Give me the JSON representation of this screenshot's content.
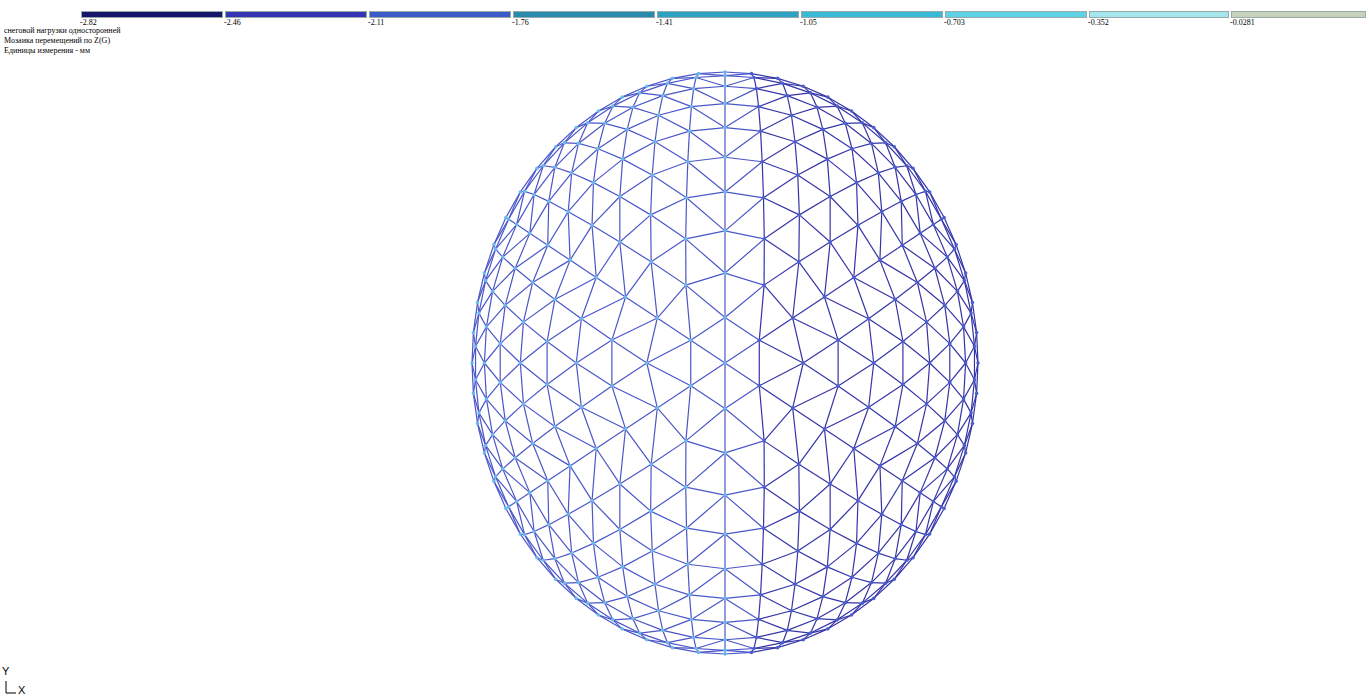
{
  "diagram": {
    "labels": [
      "снеговой нагрузки односторонней",
      "Мозаика перемещений по Z(G)",
      "Единицы измерения - мм",
      "Y",
      "X"
    ],
    "legend": [
      {
        "text": "-2.82",
        "color": "#16166a"
      },
      {
        "text": "-2.46",
        "color": "#3535b4"
      },
      {
        "text": "-2.11",
        "color": "#3b5bc8"
      },
      {
        "text": "-1.76",
        "color": "#2a8aae"
      },
      {
        "text": "-1.41",
        "color": "#2ea2c2"
      },
      {
        "text": "-1.05",
        "color": "#36bad6"
      },
      {
        "text": "-0.703",
        "color": "#5ed2e6"
      },
      {
        "text": "-0.352",
        "color": "#a6e6ee"
      },
      {
        "text": "-0.0281",
        "color": "#c6d2bc"
      }
    ]
  }
}
